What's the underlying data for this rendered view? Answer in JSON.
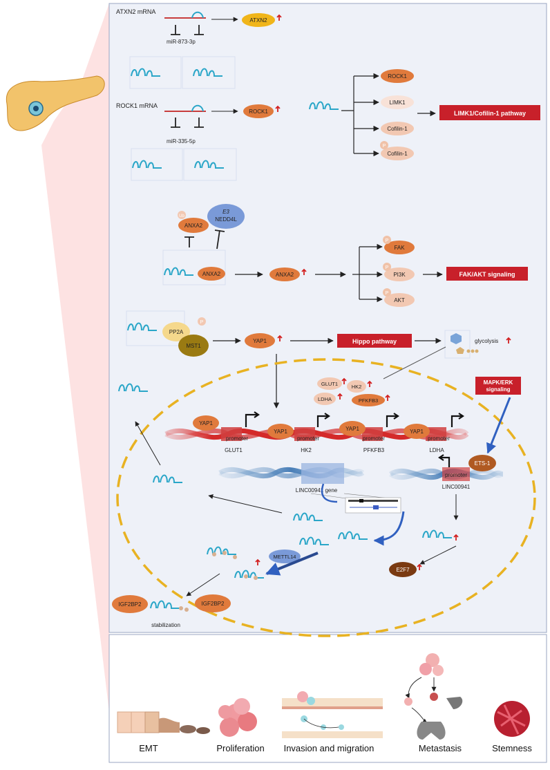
{
  "top_left": {
    "atxn2_mrna": "ATXN2  mRNA",
    "atxn2": "ATXN2",
    "mir873": "miR-873-3p",
    "rock1_mrna": "ROCK1  mRNA",
    "rock1": "ROCK1",
    "mir335": "miR-335-5p"
  },
  "top_right": {
    "rock1": "ROCK1",
    "limk1": "LIMK1",
    "cofilin1": "Cofilin-1",
    "p_cofilin1": "Cofilin-1",
    "p": "P",
    "pathway": "LIMK1/Cofilin-1  pathway"
  },
  "anxa2_section": {
    "ub": "Ub",
    "anxa2_ub": "ANXA2",
    "e3": "E3",
    "nedd4l": "NEDD4L",
    "anxa2_bound": "ANXA2",
    "anxa2_out": "ANXA2",
    "fak": "FAK",
    "pi3k": "PI3K",
    "akt": "AKT",
    "p": "P",
    "signaling": "FAK/AKT signaling"
  },
  "yap_section": {
    "pp2a": "PP2A",
    "mst1": "MST1",
    "p": "P",
    "yap1": "YAP1",
    "hippo": "Hippo pathway",
    "glycolysis": "glycolysis"
  },
  "nucleus": {
    "glut1": "GLUT1",
    "hk2": "HK2",
    "ldha": "LDHA",
    "pfkfb3": "PFKFB3",
    "mapk_line1": "MAPK/ERK",
    "mapk_line2": "signaling",
    "yap1": "YAP1",
    "promoter": "promoter",
    "gene_glut1": "GLUT1",
    "gene_hk2": "HK2",
    "gene_pfkfb3": "PFKFB3",
    "gene_ldha": "LDHA",
    "ets1": "ETS-1",
    "linc_gene": "LINC00941  gene",
    "linc": "LINC00941",
    "mettl14": "METTL14",
    "e2f7": "E2F7",
    "igf2bp2": "IGF2BP2",
    "stabilization": "stabilization"
  },
  "bottom": {
    "emt": "EMT",
    "proliferation": "Proliferation",
    "invasion": "Invasion and migration",
    "metastasis": "Metastasis",
    "stemness": "Stemness"
  },
  "colors": {
    "panel_bg": "#eef1f8",
    "orange_node": "#e07a3c",
    "light_node": "#f2d2c2",
    "red_box": "#c8202a",
    "blue_rna": "#2aa6c8",
    "dashed_nucleus": "#e8b222",
    "up_arrow": "#d22020"
  }
}
